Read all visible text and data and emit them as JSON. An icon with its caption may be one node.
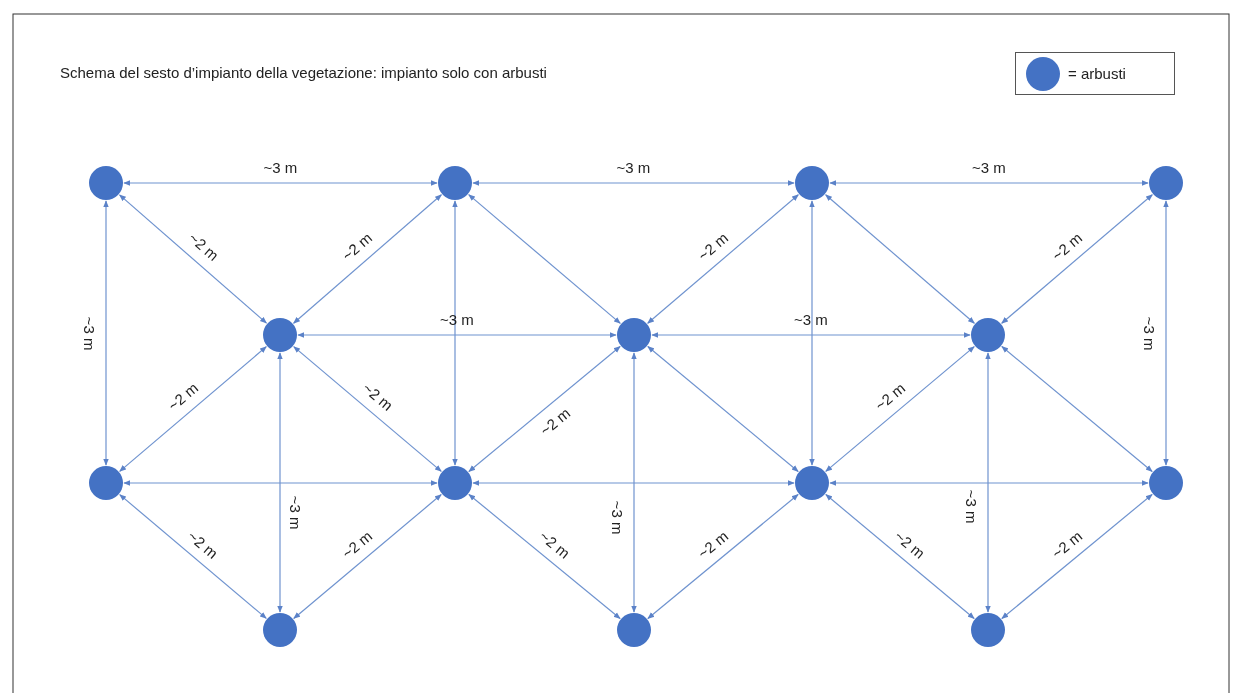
{
  "diagram": {
    "title": "Schema del sesto d’impianto della vegetazione: impianto solo con arbusti",
    "nodes": [
      {
        "text": [],
        "shape": "circle"
      },
      {
        "text": [],
        "shape": "circle"
      },
      {
        "text": [],
        "shape": "circle"
      },
      {
        "text": [],
        "shape": "circle"
      },
      {
        "text": [],
        "shape": "circle"
      },
      {
        "text": [],
        "shape": "circle"
      },
      {
        "text": [],
        "shape": "circle"
      },
      {
        "text": [],
        "shape": "circle"
      },
      {
        "text": [],
        "shape": "circle"
      },
      {
        "text": [],
        "shape": "circle"
      },
      {
        "text": [],
        "shape": "circle"
      },
      {
        "text": [],
        "shape": "circle"
      },
      {
        "text": [],
        "shape": "circle"
      },
      {
        "text": [],
        "shape": "circle"
      }
    ],
    "edges": [
      {
        "from": 0,
        "to": 1,
        "arrow": "both",
        "label": "~3 m"
      },
      {
        "from": 1,
        "to": 2,
        "arrow": "both",
        "label": "~3 m"
      },
      {
        "from": 2,
        "to": 3,
        "arrow": "both",
        "label": "~3 m"
      },
      {
        "from": 0,
        "to": 4,
        "arrow": "both",
        "label": "~2 m"
      },
      {
        "from": 1,
        "to": 4,
        "arrow": "both",
        "label": "~2 m"
      },
      {
        "from": 1,
        "to": 5,
        "arrow": "both"
      },
      {
        "from": 2,
        "to": 5,
        "arrow": "both",
        "label": "~2 m"
      },
      {
        "from": 2,
        "to": 6,
        "arrow": "both"
      },
      {
        "from": 3,
        "to": 6,
        "arrow": "both",
        "label": "~2 m"
      },
      {
        "from": 0,
        "to": 7,
        "arrow": "both",
        "label": "~3 m"
      },
      {
        "from": 1,
        "to": 8,
        "arrow": "both"
      },
      {
        "from": 2,
        "to": 9,
        "arrow": "both"
      },
      {
        "from": 3,
        "to": 10,
        "arrow": "both",
        "label": "~3 m"
      },
      {
        "from": 4,
        "to": 5,
        "arrow": "both",
        "label": "~3 m"
      },
      {
        "from": 5,
        "to": 6,
        "arrow": "both",
        "label": "~3 m"
      },
      {
        "from": 4,
        "to": 7,
        "arrow": "both",
        "label": "~2 m"
      },
      {
        "from": 4,
        "to": 8,
        "arrow": "both",
        "label": "~2 m"
      },
      {
        "from": 5,
        "to": 8,
        "arrow": "both",
        "label": "~2 m"
      },
      {
        "from": 5,
        "to": 9,
        "arrow": "both"
      },
      {
        "from": 6,
        "to": 9,
        "arrow": "both",
        "label": "~2 m"
      },
      {
        "from": 6,
        "to": 10,
        "arrow": "both"
      },
      {
        "from": 7,
        "to": 8,
        "arrow": "both"
      },
      {
        "from": 8,
        "to": 9,
        "arrow": "both"
      },
      {
        "from": 9,
        "to": 10,
        "arrow": "both"
      },
      {
        "from": 4,
        "to": 11,
        "arrow": "both",
        "label": "~3 m"
      },
      {
        "from": 5,
        "to": 12,
        "arrow": "both",
        "label": "~3 m"
      },
      {
        "from": 6,
        "to": 13,
        "arrow": "both",
        "label": "~3 m"
      },
      {
        "from": 7,
        "to": 11,
        "arrow": "both",
        "label": "~2 m"
      },
      {
        "from": 8,
        "to": 11,
        "arrow": "both",
        "label": "~2 m"
      },
      {
        "from": 8,
        "to": 12,
        "arrow": "both",
        "label": "~2 m"
      },
      {
        "from": 9,
        "to": 12,
        "arrow": "both",
        "label": "~2 m"
      },
      {
        "from": 9,
        "to": 13,
        "arrow": "both",
        "label": "~2 m"
      },
      {
        "from": 10,
        "to": 13,
        "arrow": "both",
        "label": "~2 m"
      }
    ],
    "legend": [
      {
        "text": "= arbusti"
      }
    ]
  }
}
